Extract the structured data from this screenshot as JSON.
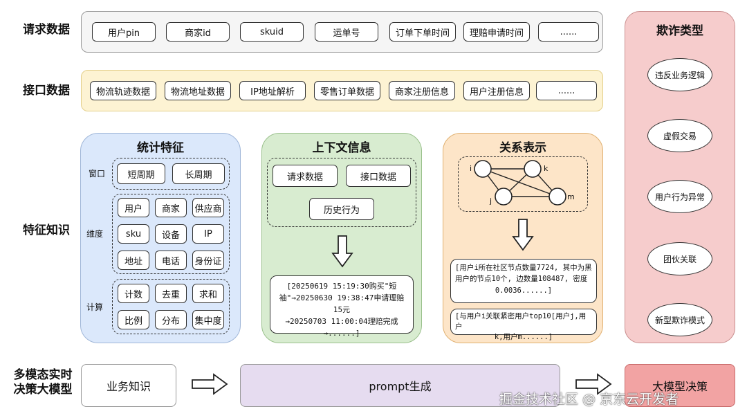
{
  "request_row": {
    "label": "请求数据",
    "chips": [
      "用户pin",
      "商家id",
      "skuid",
      "运单号",
      "订单下单时间",
      "理赔申请时间",
      "......"
    ]
  },
  "interface_row": {
    "label": "接口数据",
    "chips": [
      "物流轨迹数据",
      "物流地址数据",
      "IP地址解析",
      "零售订单数据",
      "商家注册信息",
      "用户注册信息",
      "......"
    ]
  },
  "feature_knowledge_label": "特征知识",
  "stat_panel": {
    "title": "统计特征",
    "window": {
      "label": "窗口",
      "items": [
        "短周期",
        "长周期"
      ]
    },
    "dimension": {
      "label": "维度",
      "items": [
        "用户",
        "商家",
        "供应商",
        "sku",
        "设备",
        "IP",
        "地址",
        "电话",
        "身份证"
      ]
    },
    "compute": {
      "label": "计算",
      "items": [
        "计数",
        "去重",
        "求和",
        "比例",
        "分布",
        "集中度"
      ]
    }
  },
  "context_panel": {
    "title": "上下文信息",
    "items": [
      "请求数据",
      "接口数据",
      "历史行为"
    ],
    "example": [
      "[20250619 15:19:30购买\"短",
      "袖\"→20250630 19:38:47申请理赔15元",
      "→20250703 11:00:04理赔完成",
      "→......]"
    ]
  },
  "relation_panel": {
    "title": "关系表示",
    "nodes": [
      "i",
      "k",
      "j",
      "m"
    ],
    "example1": [
      "[用户i所在社区节点数量7724, 其中为黑",
      "用户的节点10个, 边数量108487, 密度",
      "0.0036......]"
    ],
    "example2": [
      "[与用户i关联紧密用户top10[用户j,用户",
      "k,用户m......]"
    ]
  },
  "fraud_panel": {
    "title": "欺诈类型",
    "items": [
      "违反业务逻辑",
      "虚假交易",
      "用户行为异常",
      "团伙关联",
      "新型欺诈模式"
    ]
  },
  "bottom_row": {
    "label_lines": [
      "多模态实时",
      "决策大模型"
    ],
    "business": "业务知识",
    "prompt": "prompt生成",
    "decision": "大模型决策"
  },
  "watermark": "掘金技术社区 @ 京东云开发者",
  "colors": {
    "request_band": "#f5f5f5",
    "interface_band": "#fdf3d3",
    "stat_panel": "#dbe8fb",
    "context_panel": "#d8ecd0",
    "relation_panel": "#fde5c8",
    "fraud_panel": "#f6cccc",
    "prompt_box": "#e6dcf0",
    "decision_box": "#f2a3a3"
  }
}
